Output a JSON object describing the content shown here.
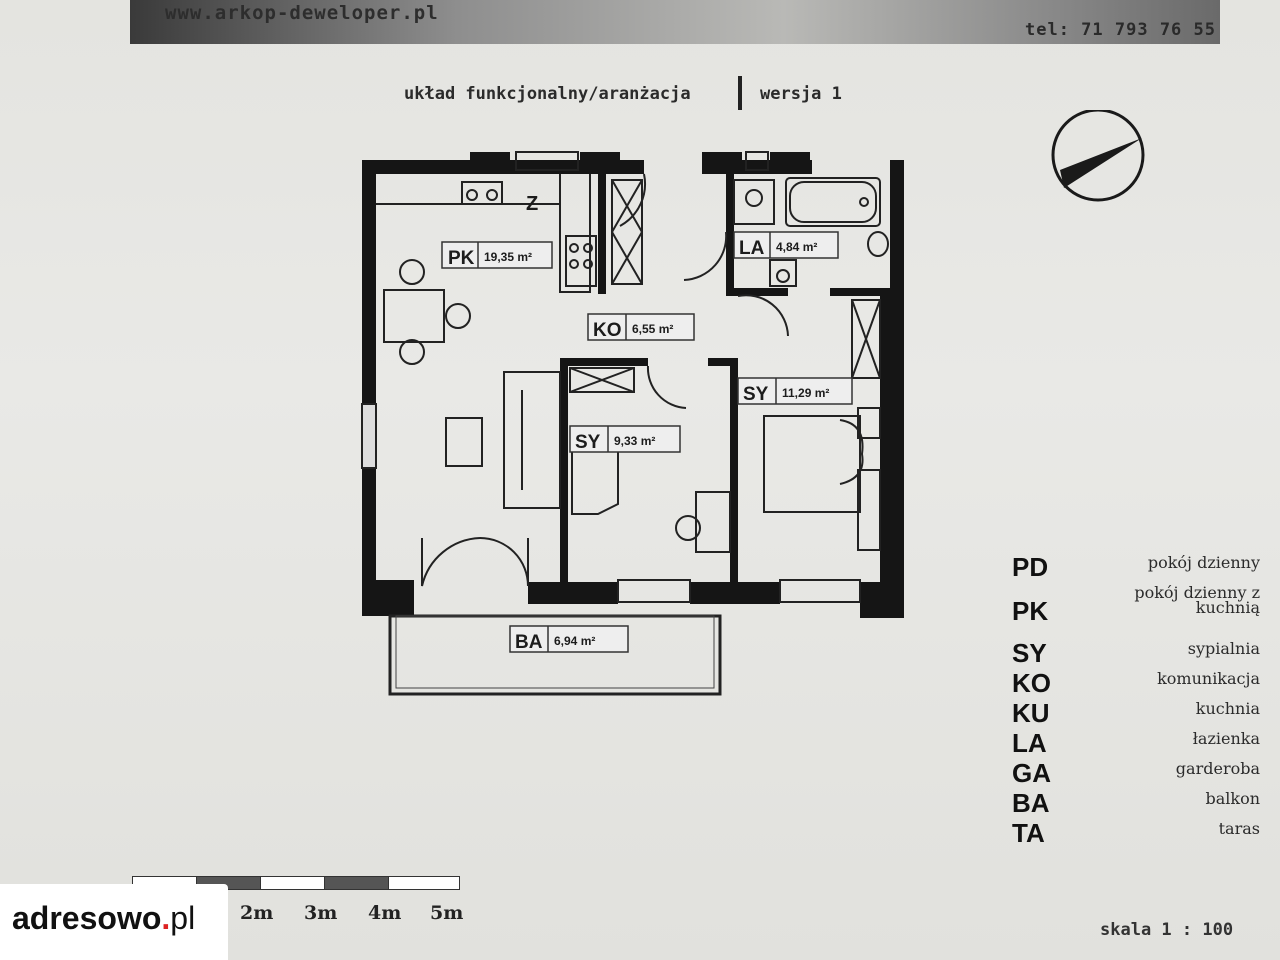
{
  "header": {
    "website": "www.arkop-deweloper.pl",
    "phone": "tel: 71 793 76 55"
  },
  "plan": {
    "title": "układ funkcjonalny/aranżacja",
    "version": "wersja 1",
    "fridge_mark": "Z",
    "rooms": [
      {
        "code": "PK",
        "area": "19,35 m²"
      },
      {
        "code": "LA",
        "area": "4,84 m²"
      },
      {
        "code": "KO",
        "area": "6,55 m²"
      },
      {
        "code": "SY",
        "area": "11,29 m²"
      },
      {
        "code": "SY",
        "area": "9,33 m²"
      },
      {
        "code": "BA",
        "area": "6,94 m²"
      }
    ]
  },
  "legend": [
    {
      "code": "PD",
      "desc": "pokój dzienny"
    },
    {
      "code": "PK",
      "desc": "pokój dzienny z kuchnią"
    },
    {
      "code": "SY",
      "desc": "sypialnia"
    },
    {
      "code": "KO",
      "desc": "komunikacja"
    },
    {
      "code": "KU",
      "desc": "kuchnia"
    },
    {
      "code": "LA",
      "desc": "łazienka"
    },
    {
      "code": "GA",
      "desc": "garderoba"
    },
    {
      "code": "BA",
      "desc": "balkon"
    },
    {
      "code": "TA",
      "desc": "taras"
    }
  ],
  "scale": {
    "ticks": [
      "2m",
      "3m",
      "4m",
      "5m"
    ],
    "text": "skala 1 : 100"
  },
  "logo": {
    "name": "adresowo",
    "dot": ".",
    "tld": "pl"
  }
}
